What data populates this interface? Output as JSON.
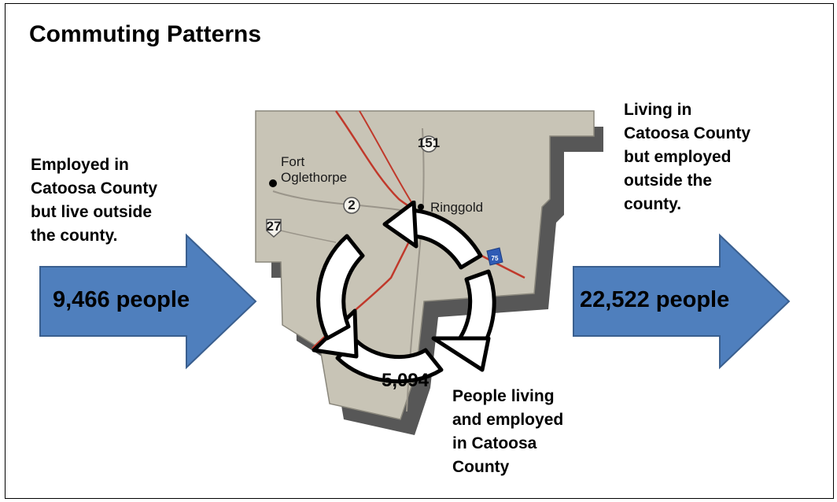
{
  "title": "Commuting Patterns",
  "inbound": {
    "lines": [
      "Employed in",
      "Catoosa County",
      "but live outside",
      "the county."
    ],
    "count_label": "9,466 people",
    "count": 9466
  },
  "outbound": {
    "lines": [
      "Living in",
      "Catoosa County",
      "but employed",
      "outside the",
      "county."
    ],
    "count_label": "22,522 people",
    "count": 22522
  },
  "internal": {
    "count_label": "5,094",
    "count": 5094,
    "lines": [
      "People living",
      "and employed",
      "in Catoosa",
      "County"
    ]
  },
  "map": {
    "places": [
      "Fort",
      "Oglethorpe",
      "Ringgold"
    ],
    "routes": [
      "151",
      "2",
      "27",
      "75"
    ]
  },
  "colors": {
    "arrow_fill": "#4f7fbd",
    "arrow_stroke": "#3a5f8f",
    "map_fill": "#c8c4b6",
    "road_red": "#c0392b"
  }
}
